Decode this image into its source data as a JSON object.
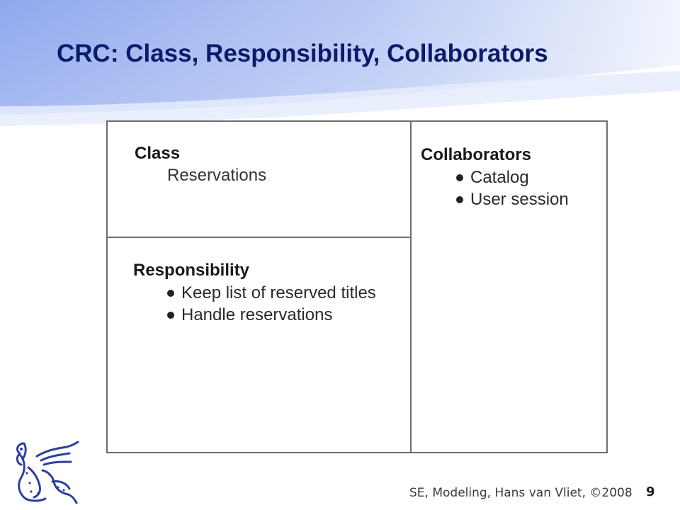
{
  "slide": {
    "title": "CRC: Class, Responsibility, Collaborators",
    "footer": "SE, Modeling, Hans van Vliet, ©2008",
    "page_number": "9"
  },
  "crc_card": {
    "class_heading": "Class",
    "class_name": "Reservations",
    "responsibility_heading": "Responsibility",
    "responsibilities": [
      "Keep list of reserved titles",
      "Handle reservations"
    ],
    "collaborators_heading": "Collaborators",
    "collaborators": [
      "Catalog",
      "User session"
    ]
  },
  "colors": {
    "title": "#0b1a6b",
    "banner": "#9fb6f2",
    "card_border": "#6e6e6e",
    "logo": "#2f3f9e"
  }
}
